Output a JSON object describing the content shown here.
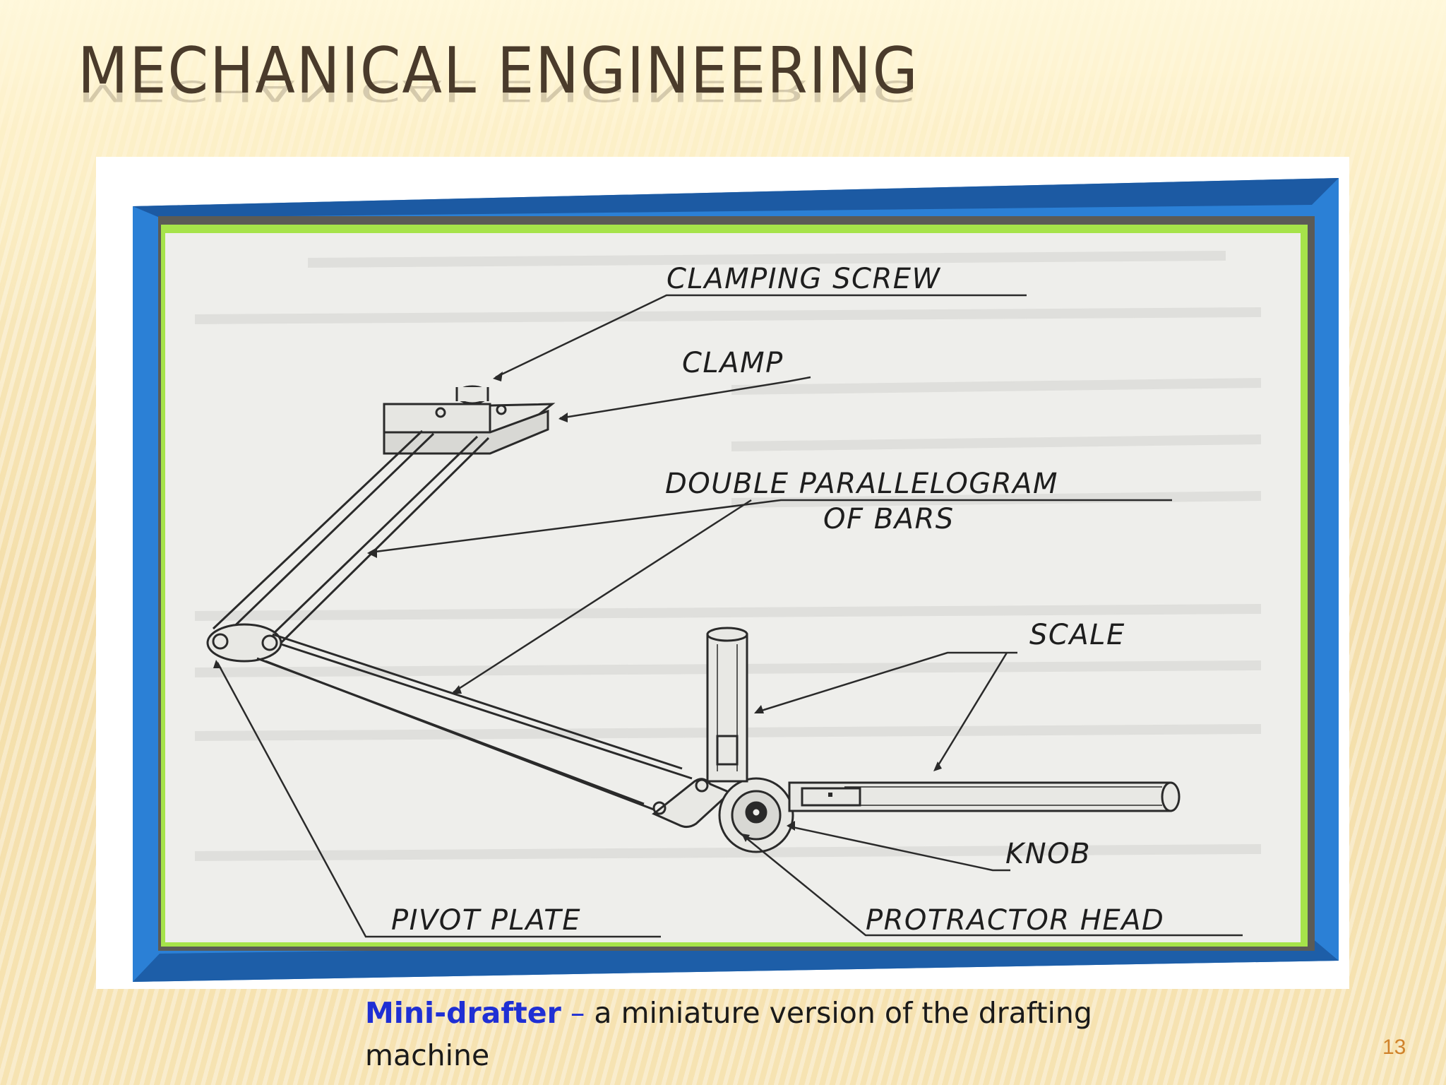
{
  "slide": {
    "title": "MECHANICAL ENGINEERING",
    "number": "13"
  },
  "diagram": {
    "labels": {
      "clamping_screw": "CLAMPING SCREW",
      "clamp": "CLAMP",
      "double_parallelogram_line1": "DOUBLE PARALLELOGRAM",
      "double_parallelogram_line2": "OF BARS",
      "scale": "SCALE",
      "knob": "KNOB",
      "pivot_plate": "PIVOT PLATE",
      "protractor_head": "PROTRACTOR HEAD"
    }
  },
  "caption": {
    "term": "Mini-drafter",
    "dash": "–",
    "text": "a miniature version of the drafting machine"
  },
  "colors": {
    "frame_blue": "#2b7fd1",
    "frame_dark_blue": "#1f5fa8",
    "frame_green": "#a6e34a",
    "frame_grey": "#5a5a55",
    "paper": "#efefec"
  }
}
